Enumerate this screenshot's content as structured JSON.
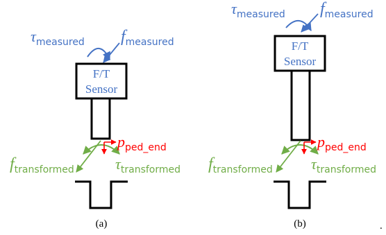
{
  "colors": {
    "blue": "#4472c4",
    "green": "#70ad47",
    "red": "#ff0000",
    "black": "#000000"
  },
  "panel_a": {
    "tau_measured": {
      "sym": "τ",
      "sub": "measured"
    },
    "f_measured": {
      "sym": "f",
      "sub": "measured"
    },
    "sensor": {
      "line1": "F/T",
      "line2": "Sensor"
    },
    "p_ped_end": {
      "sym": "p",
      "sub": "ped_end"
    },
    "f_transformed": {
      "sym": "f",
      "sub": "transformed"
    },
    "tau_transformed": {
      "sym": "τ",
      "sub": "transformed"
    },
    "caption": "(a)"
  },
  "panel_b": {
    "tau_measured": {
      "sym": "τ",
      "sub": "measured"
    },
    "f_measured": {
      "sym": "f",
      "sub": "measured"
    },
    "sensor": {
      "line1": "F/T",
      "line2": "Sensor"
    },
    "p_ped_end": {
      "sym": "p",
      "sub": "ped_end"
    },
    "f_transformed": {
      "sym": "f",
      "sub": "transformed"
    },
    "tau_transformed": {
      "sym": "τ",
      "sub": "transformed"
    },
    "caption": "(b)"
  },
  "trailing_mark": "."
}
